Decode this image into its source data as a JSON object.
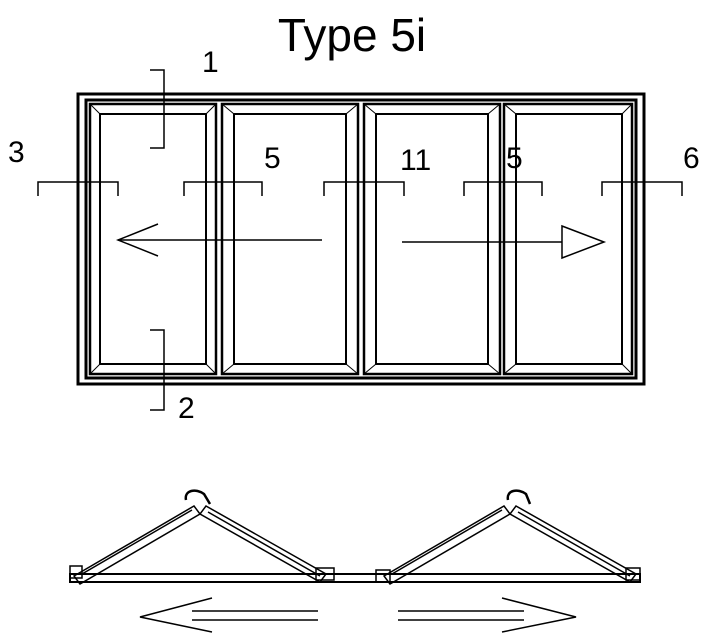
{
  "title": "Type 5i",
  "callouts": {
    "head_section": "1",
    "sill_section": "2",
    "left_jamb_section": "3",
    "meeting_stile_left": "5",
    "center_meeting_stile": "11",
    "meeting_stile_right": "5",
    "right_jamb_section": "6"
  },
  "colors": {
    "line": "#000000",
    "background": "#ffffff"
  }
}
